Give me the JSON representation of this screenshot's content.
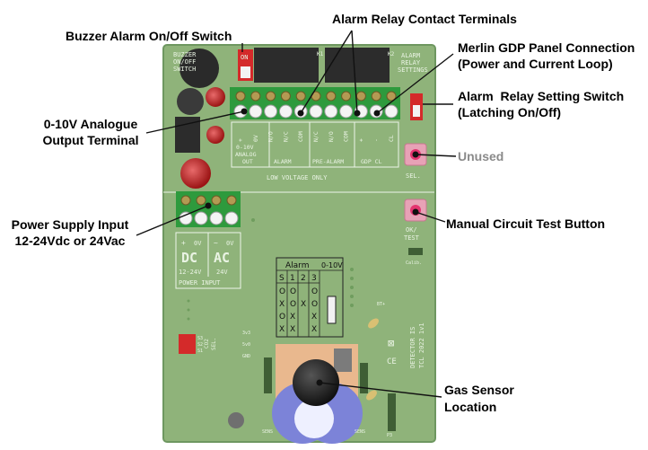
{
  "callouts": {
    "buzzer": "Buzzer Alarm On/Off Switch",
    "relay_terminals": "Alarm Relay Contact Terminals",
    "merlin_1": "Merlin GDP Panel Connection",
    "merlin_2": "(Power and Current Loop)",
    "analogue_1": "0-10V Analogue",
    "analogue_2": "Output Terminal",
    "relay_setting_1": "Alarm  Relay Setting Switch",
    "relay_setting_2": "(Latching On/Off)",
    "unused": "Unused",
    "power_1": "Power Supply Input",
    "power_2": "12-24Vdc or 24Vac",
    "test_button": "Manual Circuit Test Button",
    "gas_sensor_1": "Gas Sensor",
    "gas_sensor_2": "Location"
  },
  "board": {
    "buzzer_label": [
      "BUZZER",
      "ON/OFF",
      "SWITCH"
    ],
    "relay_setting_label": [
      "ALARM",
      "RELAY",
      "SETTINGS"
    ],
    "switch_on": "ON",
    "relay_ids": [
      "K1",
      "K2"
    ],
    "terminal_top": [
      "+",
      "0V",
      "N/O",
      "N/C",
      "COM",
      "N/C",
      "N/O",
      "COM",
      "+",
      "-",
      "CL"
    ],
    "group_labels": [
      "0-10V",
      "ANALOG",
      "OUT",
      "ALARM",
      "PRE-ALARM",
      "GDP CL"
    ],
    "low_voltage": "LOW VOLTAGE ONLY",
    "sel_label": "SEL.",
    "ok_label": "OK/",
    "test_label": "TEST",
    "calib_label": "Calib.",
    "power_top": [
      "+",
      "0V",
      "~",
      "0V"
    ],
    "dc_label": "DC",
    "ac_label": "AC",
    "dc_range": "12-24V",
    "ac_range": "24V",
    "power_input": "POWER INPUT",
    "table": {
      "headers": [
        "Alarm",
        "0-10V"
      ],
      "cols": [
        "S",
        "1",
        "2",
        "3"
      ],
      "rows": [
        [
          "O",
          "O",
          "",
          "O"
        ],
        [
          "X",
          "O",
          "X",
          "O"
        ],
        [
          "O",
          "X",
          "",
          "X"
        ],
        [
          "X",
          "X",
          "",
          "X"
        ]
      ]
    },
    "dip_label": [
      "CO2",
      "SEL."
    ],
    "dip_ids": [
      "S3",
      "S2",
      "S1"
    ],
    "brand": "DETECTOR IS",
    "brand_sub": "TCL 2022 1v1",
    "bt_label": "BT+",
    "voltage_labels": [
      "3v3",
      "5v0",
      "GND"
    ],
    "sensor_labels": [
      "SENS",
      "SENS",
      "P3"
    ]
  },
  "colors": {
    "pcb": "#8fb37a",
    "terminal_block": "#2e9a3d",
    "relay": "#2c2c2c",
    "switch_red": "#d42a2a",
    "sensor_ring": "#7c83d8",
    "sensor_pad": "#e9b88e"
  }
}
